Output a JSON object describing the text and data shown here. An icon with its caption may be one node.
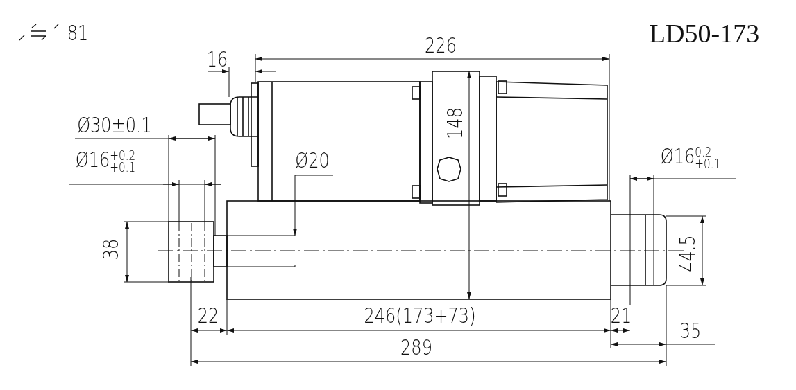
{
  "diagram": {
    "labels": [
      "81",
      "LD50-173",
      "226",
      "16",
      "Ø30±0.1",
      "148",
      "Ø16$^{+0.2}$$_{+0.1}$",
      "Ø20",
      "Ø16$^{0.2}$$_{+0.1}$",
      "38",
      "44.5",
      "22",
      "246(173+73)",
      "21",
      "35",
      "289"
    ]
  }
}
